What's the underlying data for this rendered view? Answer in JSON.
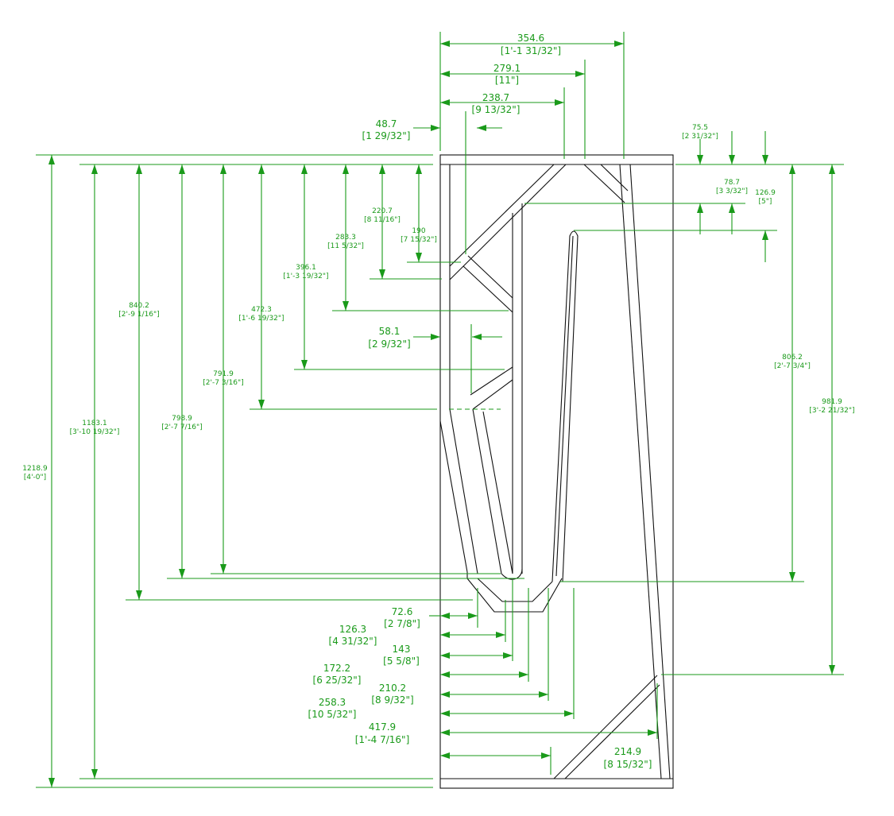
{
  "colors": {
    "dimension": "#1a9a1a",
    "geometry": "#111111",
    "background": "#ffffff"
  },
  "dimensions": {
    "top": [
      {
        "id": "w354",
        "value": "354.6",
        "imperial": "[1'-1 31/32\"]"
      },
      {
        "id": "w279",
        "value": "279.1",
        "imperial": "[11\"]"
      },
      {
        "id": "w238",
        "value": "238.7",
        "imperial": "[9 13/32\"]"
      },
      {
        "id": "w48",
        "value": "48.7",
        "imperial": "[1 29/32\"]"
      }
    ],
    "upper_right": [
      {
        "id": "d75",
        "value": "75.5",
        "imperial": "[2 31/32\"]"
      },
      {
        "id": "d78",
        "value": "78.7",
        "imperial": "[3 3/32\"]"
      },
      {
        "id": "d126",
        "value": "126.9",
        "imperial": "[5\"]"
      }
    ],
    "left_vertical": [
      {
        "id": "h1218",
        "value": "1218.9",
        "imperial": "[4'-0\"]"
      },
      {
        "id": "h1183",
        "value": "1183.1",
        "imperial": "[3'-10 19/32\"]"
      },
      {
        "id": "h840",
        "value": "840.2",
        "imperial": "[2'-9 1/16\"]"
      },
      {
        "id": "h798",
        "value": "798.9",
        "imperial": "[2'-7 7/16\"]"
      },
      {
        "id": "h791",
        "value": "791.9",
        "imperial": "[2'-7 3/16\"]"
      },
      {
        "id": "h472",
        "value": "472.3",
        "imperial": "[1'-6 19/32\"]"
      },
      {
        "id": "h396",
        "value": "396.1",
        "imperial": "[1'-3 19/32\"]"
      },
      {
        "id": "h283",
        "value": "283.3",
        "imperial": "[11 5/32\"]"
      },
      {
        "id": "h220",
        "value": "220.7",
        "imperial": "[8 11/16\"]"
      },
      {
        "id": "h190",
        "value": "190",
        "imperial": "[7 15/32\"]"
      }
    ],
    "right_vertical": [
      {
        "id": "h806",
        "value": "806.2",
        "imperial": "[2'-7 3/4\"]"
      },
      {
        "id": "h981",
        "value": "981.9",
        "imperial": "[3'-2 21/32\"]"
      }
    ],
    "middle": [
      {
        "id": "w58",
        "value": "58.1",
        "imperial": "[2 9/32\"]"
      }
    ],
    "bottom": [
      {
        "id": "b72",
        "value": "72.6",
        "imperial": "[2 7/8\"]"
      },
      {
        "id": "b126",
        "value": "126.3",
        "imperial": "[4 31/32\"]"
      },
      {
        "id": "b143",
        "value": "143",
        "imperial": "[5 5/8\"]"
      },
      {
        "id": "b172",
        "value": "172.2",
        "imperial": "[6 25/32\"]"
      },
      {
        "id": "b210",
        "value": "210.2",
        "imperial": "[8 9/32\"]"
      },
      {
        "id": "b258",
        "value": "258.3",
        "imperial": "[10 5/32\"]"
      },
      {
        "id": "b417",
        "value": "417.9",
        "imperial": "[1'-4 7/16\"]"
      },
      {
        "id": "b214",
        "value": "214.9",
        "imperial": "[8 15/32\"]"
      }
    ]
  }
}
